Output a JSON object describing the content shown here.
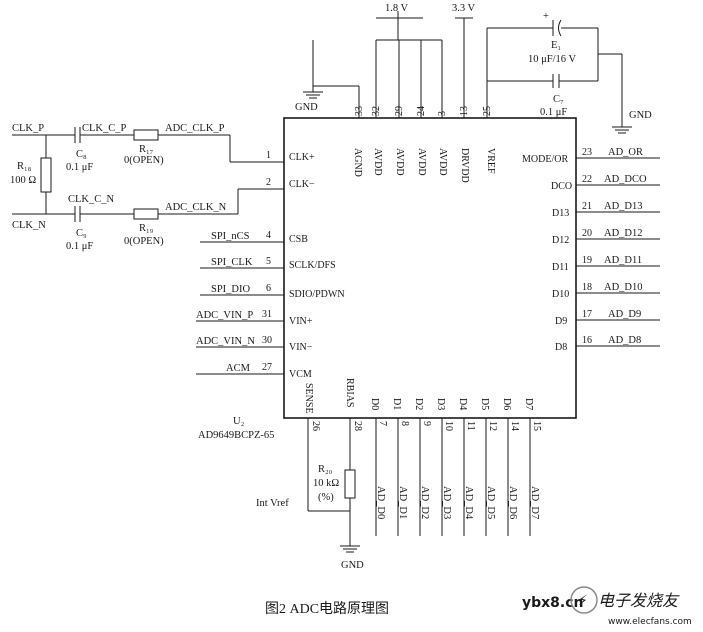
{
  "power": {
    "v18": "1.8 V",
    "v33": "3.3 V",
    "gnd": "GND"
  },
  "chip": {
    "ref": "U₂",
    "part": "AD9649BCPZ-65",
    "top_pins": [
      {
        "num": "33",
        "name": "AGND"
      },
      {
        "num": "32",
        "name": "AVDD"
      },
      {
        "num": "29",
        "name": "AVDD"
      },
      {
        "num": "24",
        "name": "AVDD"
      },
      {
        "num": "3",
        "name": "AVDD"
      },
      {
        "num": "13",
        "name": "DRVDD"
      },
      {
        "num": "25",
        "name": "VREF"
      }
    ],
    "left_pins": [
      {
        "num": "1",
        "name": "CLK+",
        "net": ""
      },
      {
        "num": "2",
        "name": "CLK−",
        "net": ""
      },
      {
        "num": "4",
        "name": "CSB",
        "net": "SPI_nCS"
      },
      {
        "num": "5",
        "name": "SCLK/DFS",
        "net": "SPI_CLK"
      },
      {
        "num": "6",
        "name": "SDIO/PDWN",
        "net": "SPI_DIO"
      },
      {
        "num": "31",
        "name": "VIN+",
        "net": "ADC_VIN_P"
      },
      {
        "num": "30",
        "name": "VIN−",
        "net": "ADC_VIN_N"
      },
      {
        "num": "27",
        "name": "VCM",
        "net": "ACM"
      }
    ],
    "right_pins": [
      {
        "num": "23",
        "name": "MODE/OR",
        "net": "AD_OR"
      },
      {
        "num": "22",
        "name": "DCO",
        "net": "AD_DCO"
      },
      {
        "num": "21",
        "name": "D13",
        "net": "AD_D13"
      },
      {
        "num": "20",
        "name": "D12",
        "net": "AD_D12"
      },
      {
        "num": "19",
        "name": "D11",
        "net": "AD_D11"
      },
      {
        "num": "18",
        "name": "D10",
        "net": "AD_D10"
      },
      {
        "num": "17",
        "name": "D9",
        "net": "AD_D9"
      },
      {
        "num": "16",
        "name": "D8",
        "net": "AD_D8"
      }
    ],
    "bottom_pins": [
      {
        "num": "26",
        "name": "SENSE",
        "net": ""
      },
      {
        "num": "28",
        "name": "RBIAS",
        "net": ""
      },
      {
        "num": "7",
        "name": "D0",
        "net": "AD_D0"
      },
      {
        "num": "8",
        "name": "D1",
        "net": "AD_D1"
      },
      {
        "num": "9",
        "name": "D2",
        "net": "AD_D2"
      },
      {
        "num": "10",
        "name": "D3",
        "net": "AD_D3"
      },
      {
        "num": "11",
        "name": "D4",
        "net": "AD_D4"
      },
      {
        "num": "12",
        "name": "D5",
        "net": "AD_D5"
      },
      {
        "num": "14",
        "name": "D6",
        "net": "AD_D6"
      },
      {
        "num": "15",
        "name": "D7",
        "net": "AD_D7"
      }
    ]
  },
  "clock": {
    "clk_p": "CLK_P",
    "clk_n": "CLK_N",
    "clk_c_p": "CLK_C_P",
    "clk_c_n": "CLK_C_N",
    "adc_clk_p": "ADC_CLK_P",
    "adc_clk_n": "ADC_CLK_N",
    "c8_ref": "C₈",
    "c8_val": "0.1 μF",
    "c9_ref": "C₉",
    "c9_val": "0.1 μF",
    "r17_ref": "R₁₇",
    "r17_val": "0(OPEN)",
    "r19_ref": "R₁₉",
    "r19_val": "0(OPEN)",
    "r18_ref": "R₁₈",
    "r18_val": "100 Ω"
  },
  "vref_network": {
    "e1_ref": "E₁",
    "e1_val": "10 μF/16 V",
    "e1_polarity": "+",
    "c7_ref": "C₇",
    "c7_val": "0.1 μF",
    "gnd": "GND"
  },
  "rbias_network": {
    "r20_ref": "R₂₀",
    "r20_val": "10 kΩ",
    "r20_tol": "(%)",
    "int_vref": "Int Vref",
    "gnd": "GND"
  },
  "caption": "图2   ADC电路原理图",
  "watermark": {
    "site": "ybx8.cn",
    "logo_text": "电子发烧友",
    "url": "www.elecfans.com"
  }
}
